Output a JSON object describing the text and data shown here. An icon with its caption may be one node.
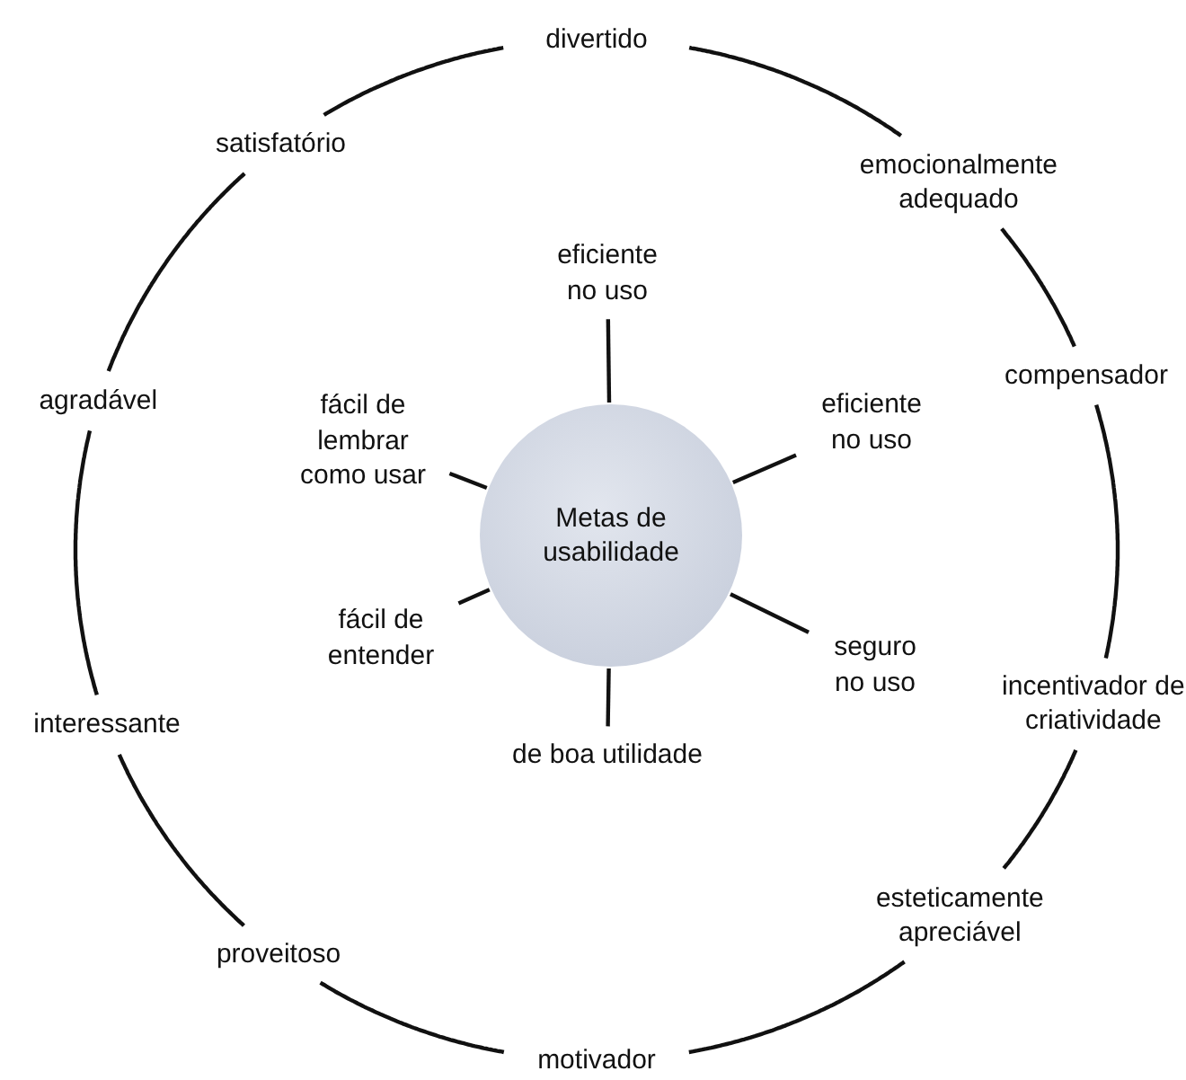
{
  "diagram": {
    "nodes": [
      {
        "text": [
          "Metas de usabilidade"
        ]
      },
      {
        "text": [
          "eficiente no uso"
        ]
      },
      {
        "text": [
          "eficiente no uso"
        ]
      },
      {
        "text": [
          "seguro no uso"
        ]
      },
      {
        "text": [
          "de boa utilidade"
        ]
      },
      {
        "text": [
          "fácil de entender"
        ]
      },
      {
        "text": [
          "fácil de lembrar como usar"
        ]
      },
      {
        "text": [
          "divertido"
        ]
      },
      {
        "text": [
          "emocionalmente adequado"
        ]
      },
      {
        "text": [
          "compensador"
        ]
      },
      {
        "text": [
          "incentivador de criatividade"
        ]
      },
      {
        "text": [
          "esteticamente apreciável"
        ]
      },
      {
        "text": [
          "motivador"
        ]
      },
      {
        "text": [
          "proveitoso"
        ]
      },
      {
        "text": [
          "interessante"
        ]
      },
      {
        "text": [
          "agradável"
        ]
      },
      {
        "text": [
          "satisfatório"
        ]
      }
    ],
    "edges": [
      {
        "from": 0,
        "to": 1,
        "arrow": "none"
      },
      {
        "from": 0,
        "to": 2,
        "arrow": "none"
      },
      {
        "from": 0,
        "to": 3,
        "arrow": "none"
      },
      {
        "from": 0,
        "to": 4,
        "arrow": "none"
      },
      {
        "from": 0,
        "to": 5,
        "arrow": "none"
      },
      {
        "from": 0,
        "to": 6,
        "arrow": "none"
      },
      {
        "from": 7,
        "to": 8,
        "arrow": "none"
      },
      {
        "from": 8,
        "to": 9,
        "arrow": "none"
      },
      {
        "from": 9,
        "to": 10,
        "arrow": "none"
      },
      {
        "from": 10,
        "to": 11,
        "arrow": "none"
      },
      {
        "from": 11,
        "to": 12,
        "arrow": "none"
      },
      {
        "from": 12,
        "to": 13,
        "arrow": "none"
      },
      {
        "from": 13,
        "to": 14,
        "arrow": "none"
      },
      {
        "from": 14,
        "to": 15,
        "arrow": "none"
      },
      {
        "from": 15,
        "to": 16,
        "arrow": "none"
      },
      {
        "from": 16,
        "to": 7,
        "arrow": "none"
      }
    ]
  }
}
